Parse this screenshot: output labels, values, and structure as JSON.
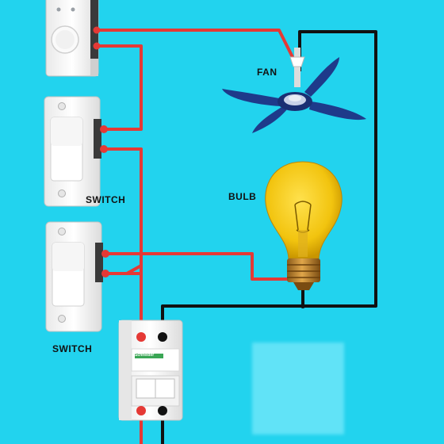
{
  "labels": {
    "fan": "FAN",
    "bulb": "BULB",
    "switch_top": "SWITCH",
    "switch_bottom": "SWITCH",
    "breaker_brand": "Schneider"
  },
  "colors": {
    "background": "#22d3ee",
    "live_wire": "#e53935",
    "neutral_wire": "#111111",
    "fan_blade": "#1e3a8a",
    "bulb_glass": "#f5c518",
    "bulb_base": "#c98a2c",
    "plate": "#f4f4f4",
    "brand_green": "#3aa655"
  },
  "components": [
    {
      "name": "fan-regulator",
      "type": "regulator"
    },
    {
      "name": "switch-top",
      "type": "switch",
      "label": "SWITCH"
    },
    {
      "name": "switch-bottom",
      "type": "switch",
      "label": "SWITCH"
    },
    {
      "name": "ceiling-fan",
      "type": "fan",
      "label": "FAN"
    },
    {
      "name": "light-bulb",
      "type": "bulb",
      "label": "BULB"
    },
    {
      "name": "mcb-breaker",
      "type": "breaker"
    }
  ]
}
